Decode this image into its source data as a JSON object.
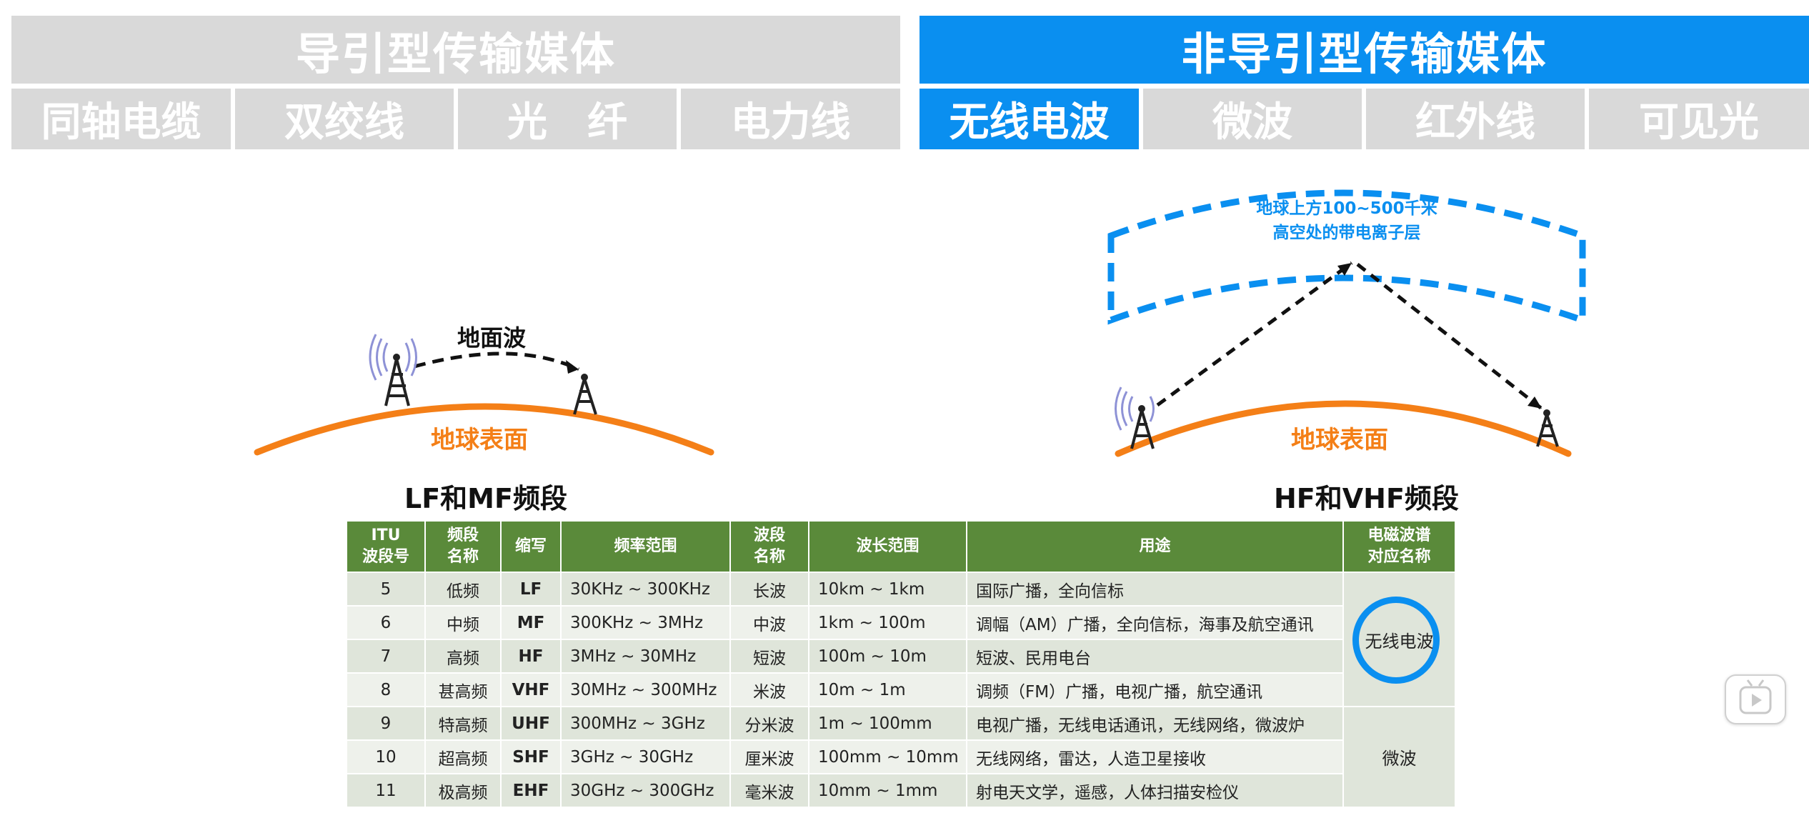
{
  "header": {
    "guided_title": "导引型传输媒体",
    "unguided_title": "非导引型传输媒体"
  },
  "tabs": [
    {
      "label": "同轴电缆"
    },
    {
      "label": "双绞线"
    },
    {
      "label": "光　纤"
    },
    {
      "label": "电力线"
    },
    {
      "label": "无线电波"
    },
    {
      "label": "微波"
    },
    {
      "label": "红外线"
    },
    {
      "label": "可见光"
    }
  ],
  "left_diagram": {
    "wave_label": "地面波",
    "surface_label": "地球表面",
    "caption": "LF和MF频段"
  },
  "right_diagram": {
    "ionosphere_line1": "地球上方100~500千米",
    "ionosphere_line2": "高空处的带电离子层",
    "surface_label": "地球表面",
    "caption": "HF和VHF频段"
  },
  "table": {
    "headers": [
      {
        "line1": "ITU",
        "line2": "波段号"
      },
      {
        "line1": "频段",
        "line2": "名称"
      },
      {
        "line1": "缩写",
        "line2": ""
      },
      {
        "line1": "频率范围",
        "line2": ""
      },
      {
        "line1": "波段",
        "line2": "名称"
      },
      {
        "line1": "波长范围",
        "line2": ""
      },
      {
        "line1": "用途",
        "line2": ""
      },
      {
        "line1": "电磁波谱",
        "line2": "对应名称"
      }
    ],
    "rows": [
      {
        "num": "5",
        "band": "低频",
        "abbr": "LF",
        "freq": "30KHz ~ 300KHz",
        "wave": "长波",
        "length": "10km ~ 1km",
        "usage": "国际广播，全向信标"
      },
      {
        "num": "6",
        "band": "中频",
        "abbr": "MF",
        "freq": "300KHz ~ 3MHz",
        "wave": "中波",
        "length": "1km ~ 100m",
        "usage": "调幅（AM）广播，全向信标，海事及航空通讯"
      },
      {
        "num": "7",
        "band": "高频",
        "abbr": "HF",
        "freq": "3MHz ~ 30MHz",
        "wave": "短波",
        "length": "100m ~ 10m",
        "usage": "短波、民用电台"
      },
      {
        "num": "8",
        "band": "甚高频",
        "abbr": "VHF",
        "freq": "30MHz ~ 300MHz",
        "wave": "米波",
        "length": "10m ~ 1m",
        "usage": "调频（FM）广播，电视广播，航空通讯"
      },
      {
        "num": "9",
        "band": "特高频",
        "abbr": "UHF",
        "freq": "300MHz ~ 3GHz",
        "wave": "分米波",
        "length": "1m ~ 100mm",
        "usage": "电视广播，无线电话通讯，无线网络，微波炉"
      },
      {
        "num": "10",
        "band": "超高频",
        "abbr": "SHF",
        "freq": "3GHz ~ 30GHz",
        "wave": "厘米波",
        "length": "100mm ~ 10mm",
        "usage": "无线网络，雷达，人造卫星接收"
      },
      {
        "num": "11",
        "band": "极高频",
        "abbr": "EHF",
        "freq": "30GHz ~ 300GHz",
        "wave": "毫米波",
        "length": "10mm ~ 1mm",
        "usage": "射电天文学，遥感，人体扫描安检仪"
      }
    ],
    "group_radio": "无线电波",
    "group_microwave": "微波"
  },
  "colors": {
    "accent_blue": "#0a8ff0",
    "header_gray": "#d9d9d9",
    "earth_orange": "#f47f17",
    "table_green": "#5a8a3a"
  },
  "icons": [
    "radio-tower-icon",
    "play-button-icon"
  ]
}
